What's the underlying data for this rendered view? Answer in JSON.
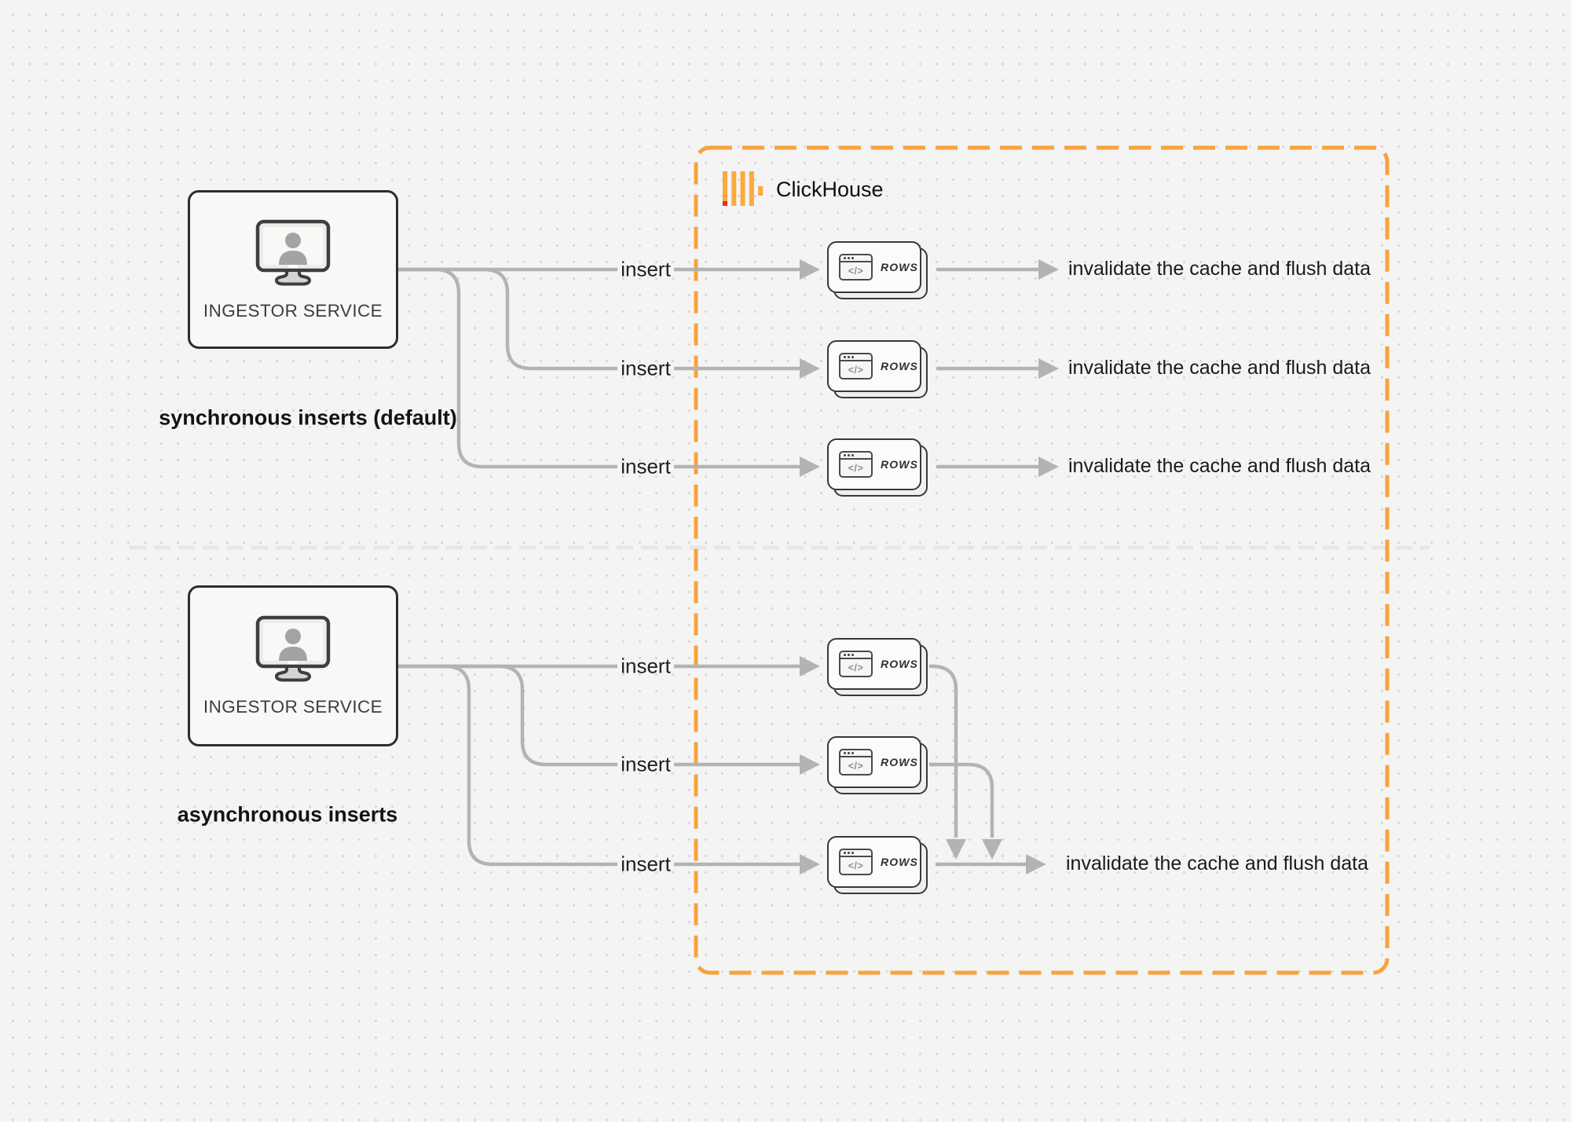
{
  "clickhouse": {
    "label": "ClickHouse"
  },
  "icons": {
    "code_glyph": "</>"
  },
  "sections": {
    "sync": {
      "caption": "synchronous inserts (default)",
      "ingestor_label": "INGESTOR SERVICE",
      "rows": [
        {
          "insert_label": "insert",
          "node_label": "ROWS",
          "result_label": "invalidate the cache and flush data"
        },
        {
          "insert_label": "insert",
          "node_label": "ROWS",
          "result_label": "invalidate the cache and flush data"
        },
        {
          "insert_label": "insert",
          "node_label": "ROWS",
          "result_label": "invalidate the cache and flush data"
        }
      ]
    },
    "async": {
      "caption": "asynchronous inserts",
      "ingestor_label": "INGESTOR SERVICE",
      "rows": [
        {
          "insert_label": "insert",
          "node_label": "ROWS"
        },
        {
          "insert_label": "insert",
          "node_label": "ROWS"
        },
        {
          "insert_label": "insert",
          "node_label": "ROWS"
        }
      ],
      "result_label": "invalidate the cache and flush data"
    }
  },
  "colors": {
    "accent_orange": "#F9A23C",
    "logo_yellow": "#FBAA3C",
    "logo_red": "#EE2B24",
    "connector_gray": "#B3B3B2",
    "divider_gray": "#E6E6E8",
    "node_border": "#383838"
  }
}
